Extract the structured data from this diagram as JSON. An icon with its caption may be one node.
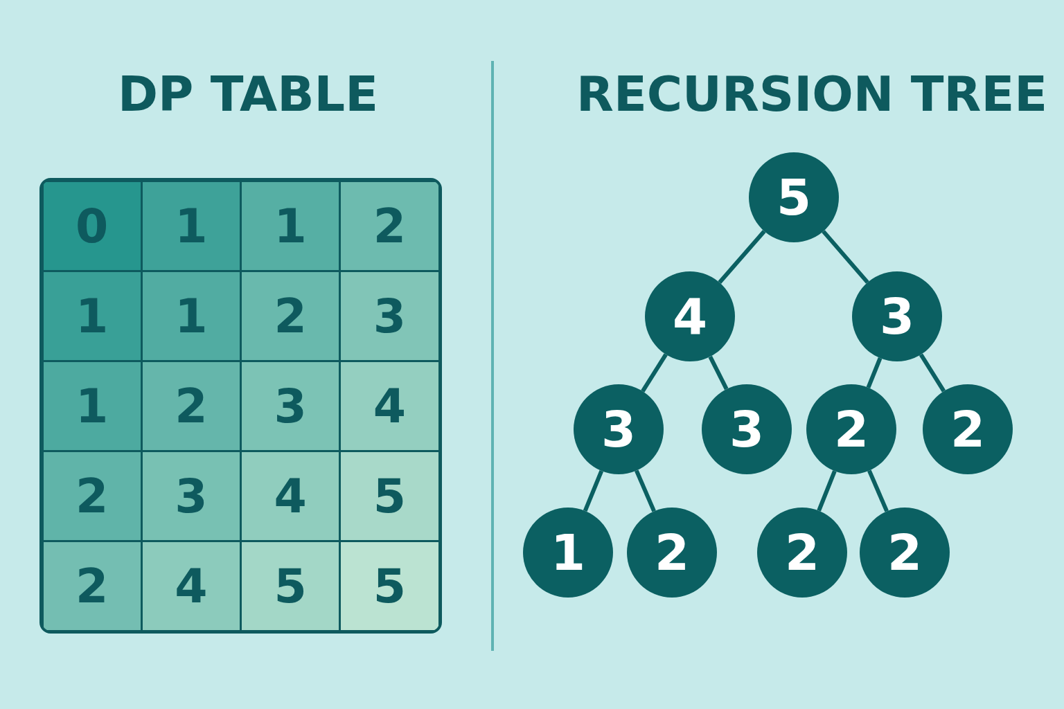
{
  "diagram": {
    "nodes": [
      {
        "text": [
          "5"
        ]
      },
      {
        "text": [
          "4"
        ]
      },
      {
        "text": [
          "3"
        ]
      },
      {
        "text": [
          "3"
        ]
      },
      {
        "text": [
          "3"
        ]
      },
      {
        "text": [
          "2"
        ]
      },
      {
        "text": [
          "2"
        ]
      },
      {
        "text": [
          "1"
        ]
      },
      {
        "text": [
          "2"
        ]
      },
      {
        "text": [
          "2"
        ]
      },
      {
        "text": [
          "2"
        ]
      }
    ],
    "edges": [
      {
        "from": 0,
        "to": 1,
        "arrow": "none"
      },
      {
        "from": 0,
        "to": 2,
        "arrow": "none"
      },
      {
        "from": 1,
        "to": 3,
        "arrow": "none"
      },
      {
        "from": 1,
        "to": 4,
        "arrow": "none"
      },
      {
        "from": 2,
        "to": 5,
        "arrow": "none"
      },
      {
        "from": 2,
        "to": 6,
        "arrow": "none"
      },
      {
        "from": 3,
        "to": 7,
        "arrow": "none"
      },
      {
        "from": 3,
        "to": 8,
        "arrow": "none"
      },
      {
        "from": 5,
        "to": 9,
        "arrow": "none"
      },
      {
        "from": 5,
        "to": 10,
        "arrow": "none"
      }
    ],
    "labels": [
      "DP TABLE",
      "RECURSION TREE",
      "0",
      "1",
      "1",
      "2",
      "1",
      "1",
      "2",
      "3",
      "1",
      "2",
      "3",
      "4",
      "2",
      "3",
      "4",
      "5",
      "2",
      "4",
      "5",
      "5"
    ]
  }
}
